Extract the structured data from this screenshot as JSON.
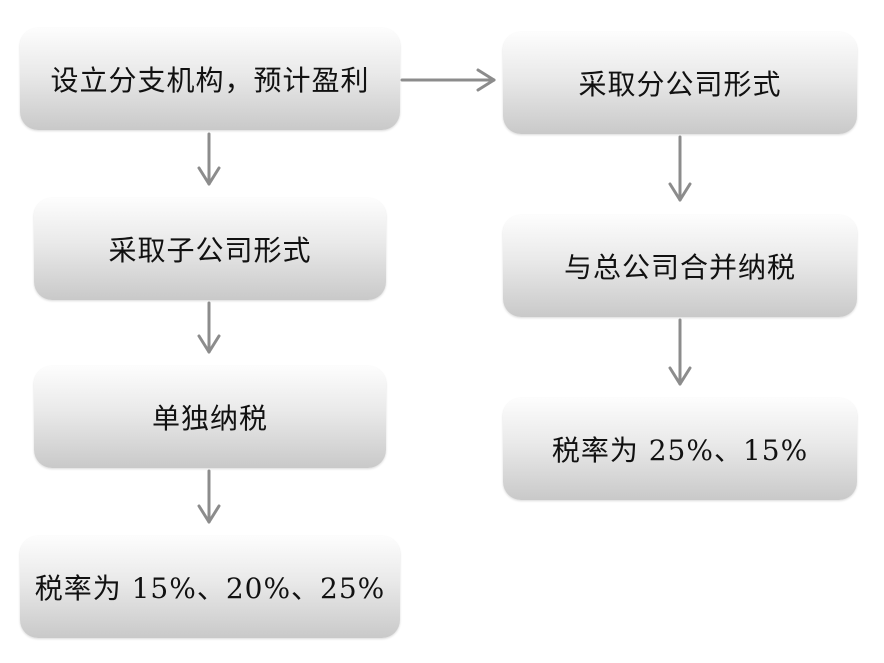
{
  "flowchart": {
    "left": [
      {
        "id": "b1",
        "label": "设立分支机构，预计盈利"
      },
      {
        "id": "b2",
        "label": "采取子公司形式"
      },
      {
        "id": "b3",
        "label": "单独纳税"
      },
      {
        "id": "b4",
        "label": "税率为 15%、20%、25%"
      }
    ],
    "right": [
      {
        "id": "b5",
        "label": "采取分公司形式"
      },
      {
        "id": "b6",
        "label": "与总公司合并纳税"
      },
      {
        "id": "b7",
        "label": "税率为 25%、15%"
      }
    ]
  }
}
